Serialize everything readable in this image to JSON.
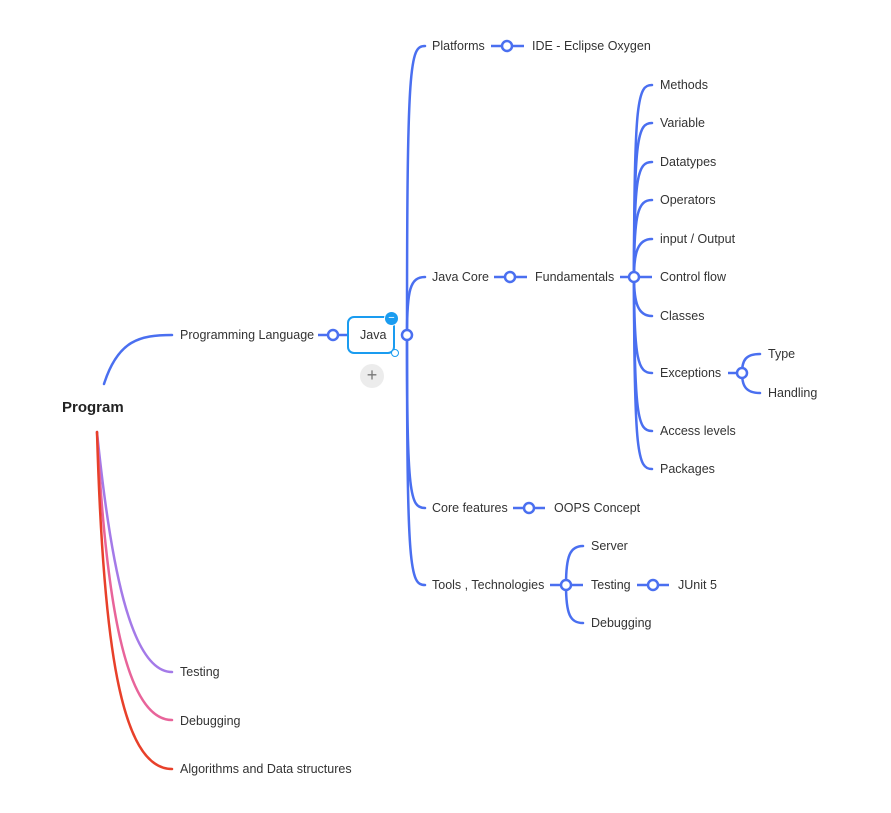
{
  "root": {
    "label": "Program"
  },
  "nodes": {
    "programming_language": "Programming Language",
    "java": "Java",
    "platforms": "Platforms",
    "ide": "IDE - Eclipse Oxygen",
    "java_core": "Java Core",
    "fundamentals": "Fundamentals",
    "methods": "Methods",
    "variable": "Variable",
    "datatypes": "Datatypes",
    "operators": "Operators",
    "input_output": "input / Output",
    "control_flow": "Control flow",
    "classes": "Classes",
    "exceptions": "Exceptions",
    "type": "Type",
    "handling": "Handling",
    "access_levels": "Access levels",
    "packages": "Packages",
    "core_features": "Core features",
    "oops_concept": "OOPS Concept",
    "tools_technologies": "Tools , Technologies",
    "server": "Server",
    "testing_tool": "Testing",
    "junit": "JUnit 5",
    "debugging_tool": "Debugging",
    "testing": "Testing",
    "debugging": "Debugging",
    "algorithms": "Algorithms and Data structures"
  },
  "controls": {
    "collapse_symbol": "−",
    "add_symbol": "+"
  },
  "colors": {
    "blue": "#4a6ff0",
    "purple": "#a47ae8",
    "pink": "#e8649a",
    "red": "#e8402a",
    "selection": "#1a9cf0"
  }
}
